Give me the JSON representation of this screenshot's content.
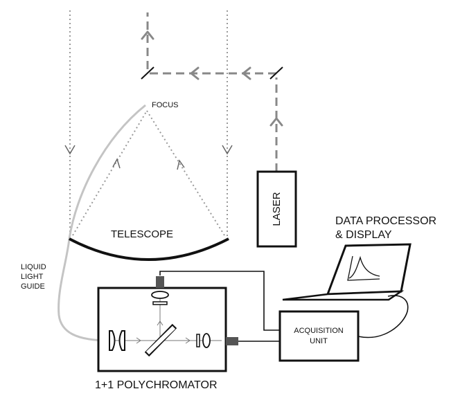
{
  "labels": {
    "focus": "FOCUS",
    "telescope": "TELESCOPE",
    "laser": "LASER",
    "data_processor_line1": "DATA PROCESSOR",
    "data_processor_line2": "& DISPLAY",
    "liquid_light_guide_line1": "LIQUID",
    "liquid_light_guide_line2": "LIGHT",
    "liquid_light_guide_line3": "GUIDE",
    "acquisition_line1": "ACQUISITION",
    "acquisition_line2": "UNIT",
    "polychromator": "1+1 POLYCHROMATOR"
  },
  "colors": {
    "line": "#111111",
    "beam": "#888888",
    "return_light": "#999999",
    "light_guide": "#c4c4c4",
    "connector": "#555555"
  }
}
